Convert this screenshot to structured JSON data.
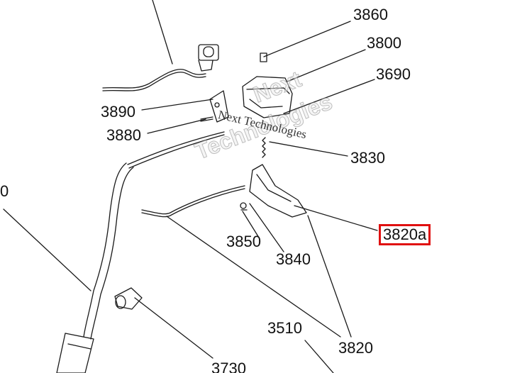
{
  "callouts": {
    "c3860": "3860",
    "c3800": "3800",
    "c3690": "3690",
    "c3890": "3890",
    "c3880": "3880",
    "c3830": "3830",
    "c3820a": "3820a",
    "c3850": "3850",
    "c3840": "3840",
    "c3510": "3510",
    "c3820": "3820",
    "c3730": "3730",
    "c_left": "0"
  },
  "watermark": {
    "text_upper": "Next",
    "text_lower": "Technologies",
    "text_small": "Next Technologies"
  },
  "colors": {
    "highlight": "#e01010",
    "line": "#1a1a1a"
  }
}
